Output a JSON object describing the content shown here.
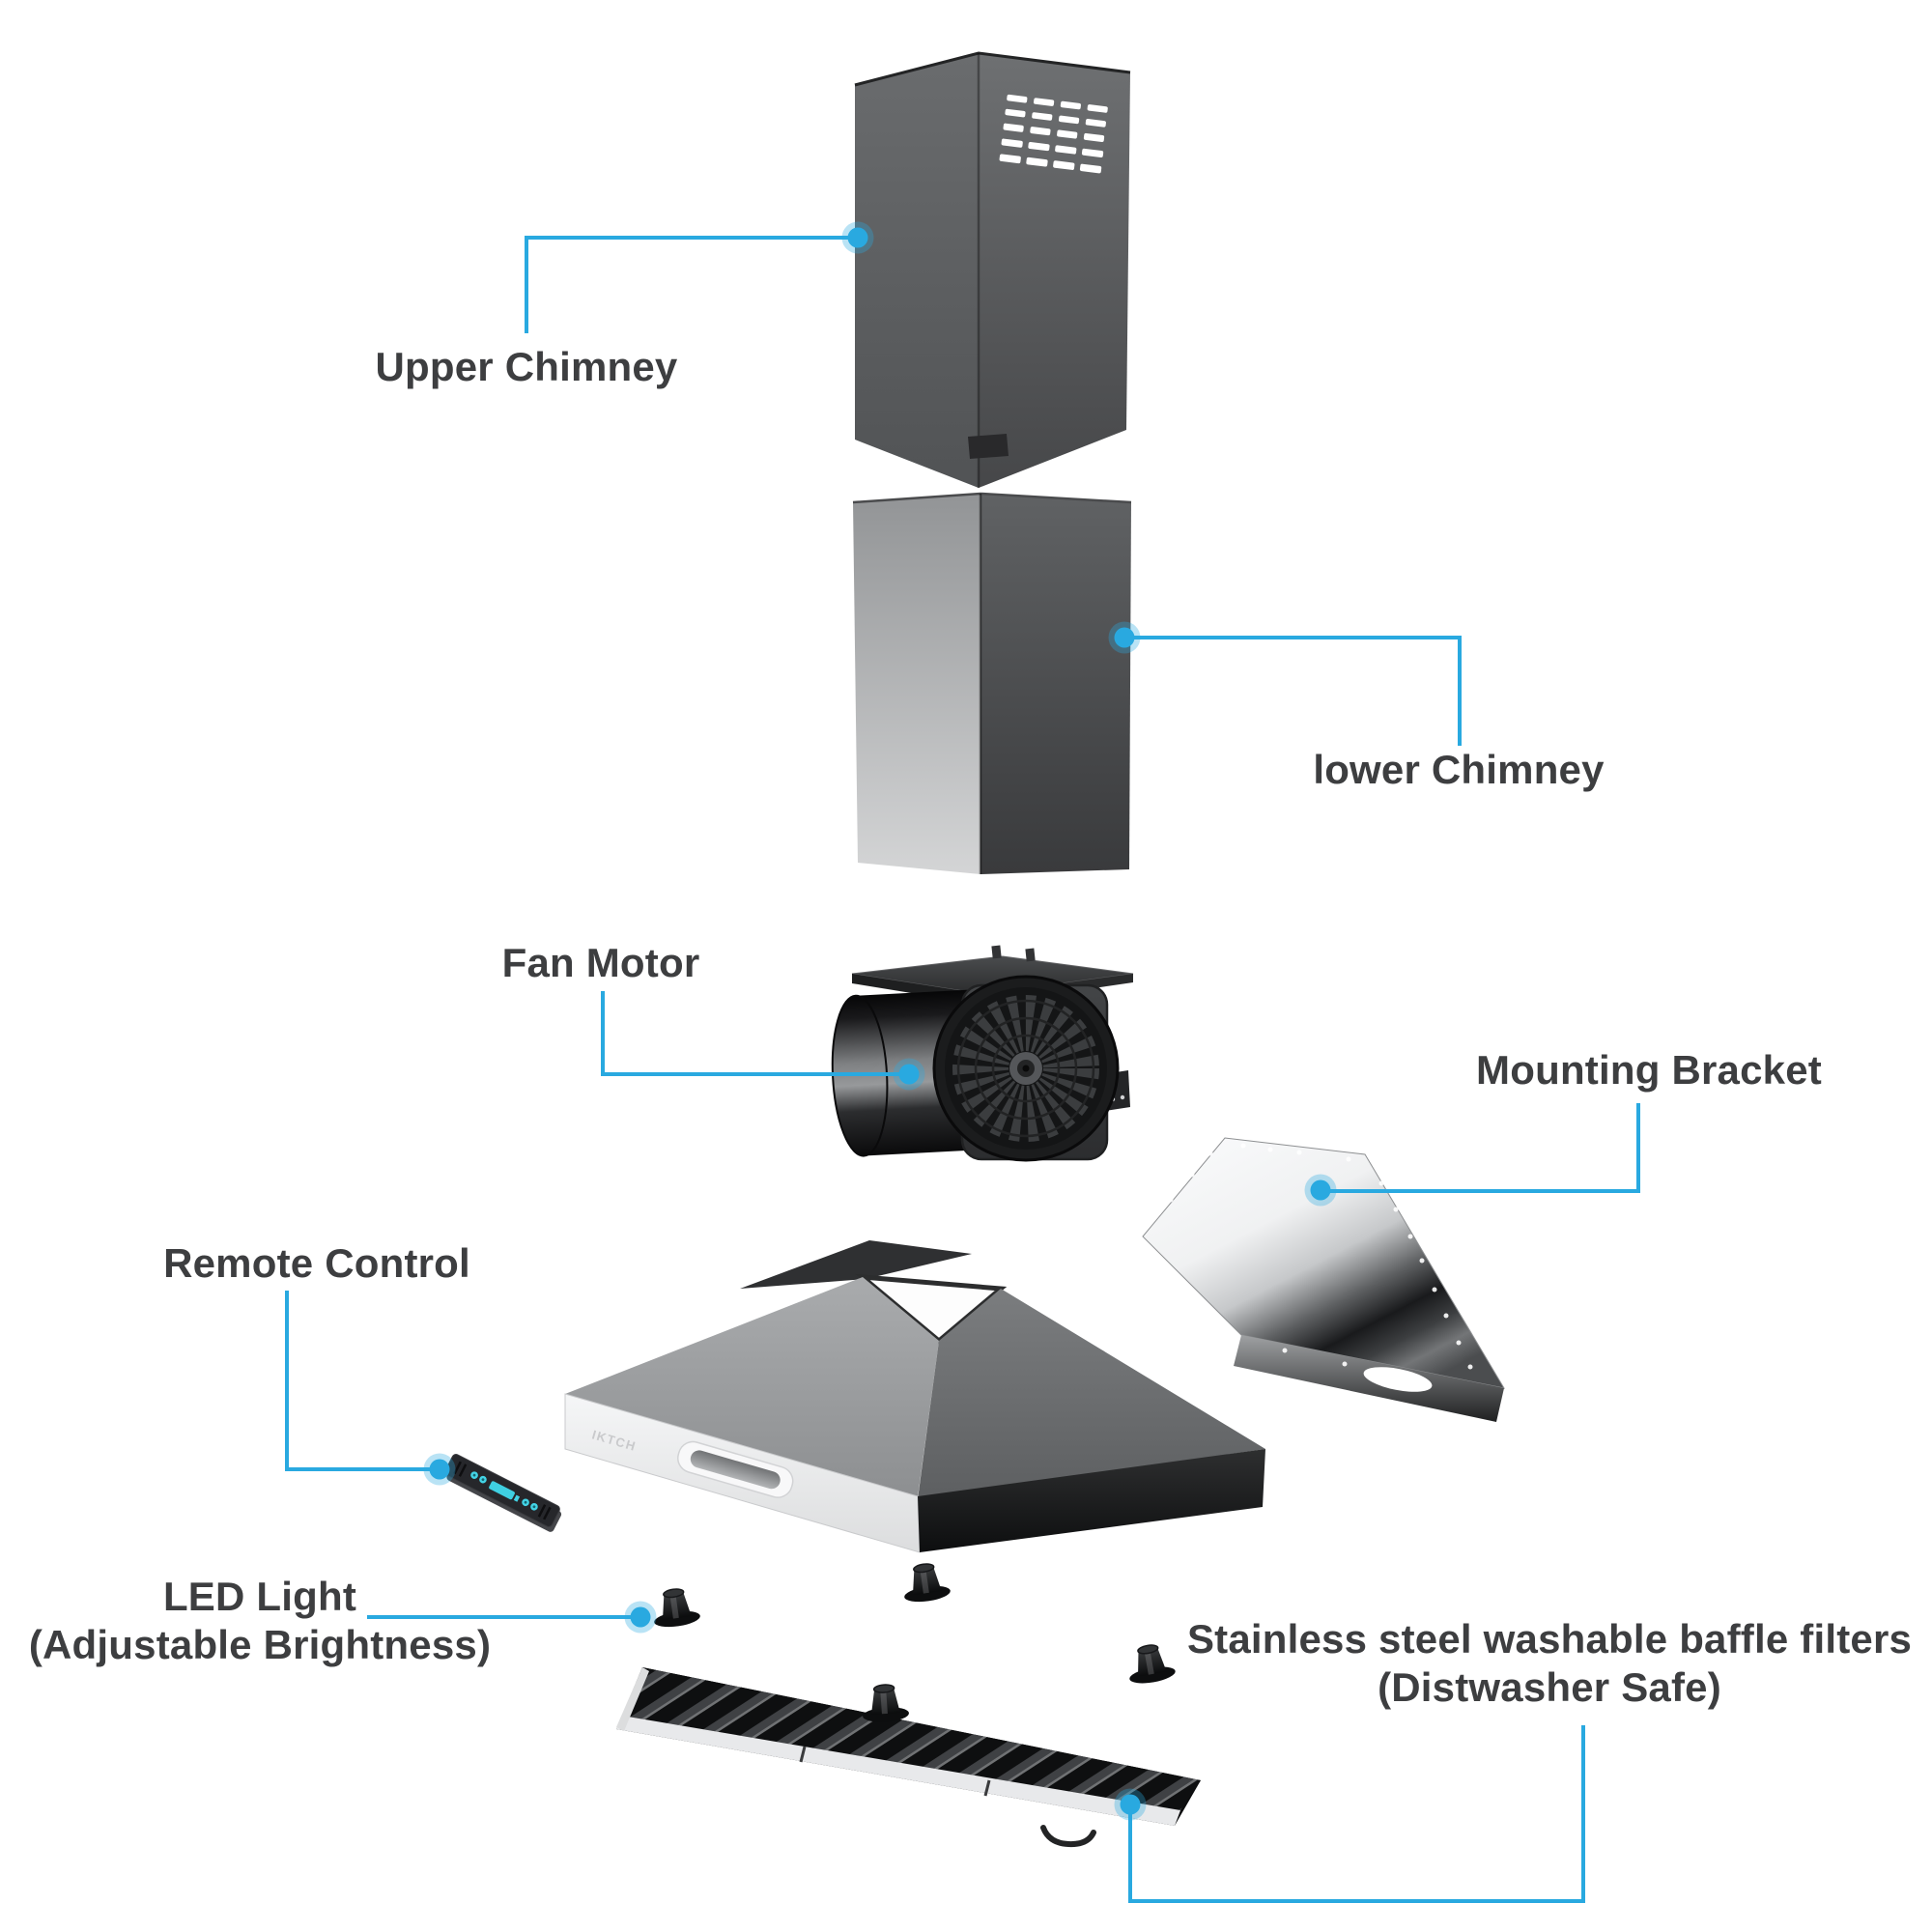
{
  "page": {
    "type": "product-exploded-diagram",
    "background": "#ffffff"
  },
  "palette": {
    "leader_line": "#29a9e0",
    "callout_dot": "#29a9e0",
    "dot_halo": "rgba(41,169,224,0.33)",
    "label_text": "#3d3e40",
    "remote_accent": "#43d4e6"
  },
  "logo": {
    "text": "IKTCH"
  },
  "callouts": [
    {
      "id": "upper-chimney",
      "label": "Upper Chimney"
    },
    {
      "id": "lower-chimney",
      "label": "lower Chimney"
    },
    {
      "id": "fan-motor",
      "label": "Fan Motor"
    },
    {
      "id": "mounting-bracket",
      "label": "Mounting Bracket"
    },
    {
      "id": "remote-control",
      "label": "Remote Control"
    },
    {
      "id": "led-light",
      "label": "LED Light",
      "sublabel": "(Adjustable Brightness)"
    },
    {
      "id": "baffle-filters",
      "label": "Stainless steel washable baffle filters",
      "sublabel": "(Distwasher Safe)"
    }
  ]
}
